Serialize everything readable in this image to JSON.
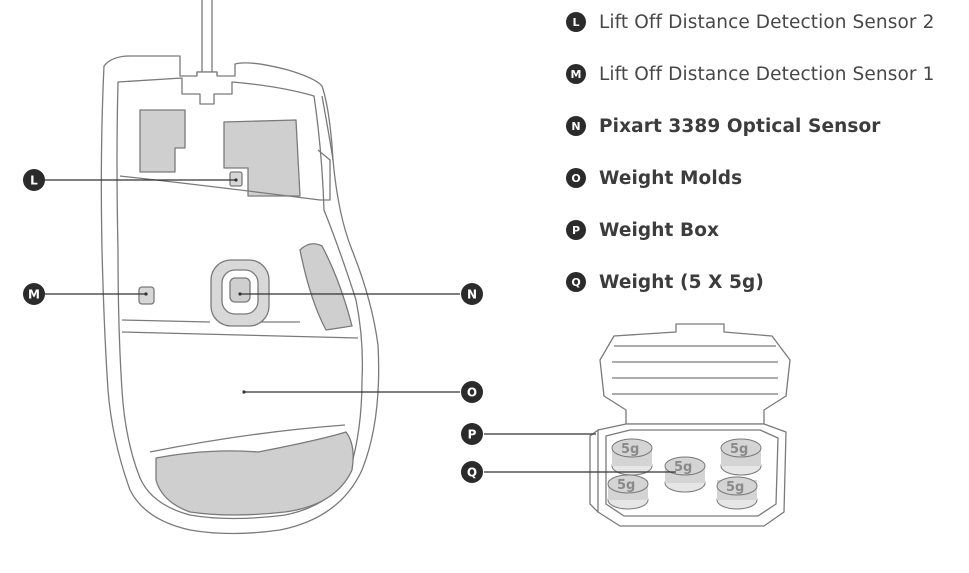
{
  "colors": {
    "outline": "#7a7a7a",
    "pad": "#cfcfcf",
    "badge": "#2b2b2b",
    "text": "#474747",
    "weight": "#d4d4d4"
  },
  "legend": [
    {
      "letter": "L",
      "label": "Lift Off Distance Detection Sensor",
      "suffix": "2"
    },
    {
      "letter": "M",
      "label": "Lift Off Distance Detection Sensor",
      "suffix": "1"
    },
    {
      "letter": "N",
      "label": "Pixart 3389 Optical Sensor",
      "suffix": ""
    },
    {
      "letter": "O",
      "label": "Weight Molds",
      "suffix": ""
    },
    {
      "letter": "P",
      "label": "Weight Box",
      "suffix": ""
    },
    {
      "letter": "Q",
      "label": "Weight (5 X 5g)",
      "suffix": ""
    }
  ],
  "callouts": {
    "L": "L",
    "M": "M",
    "N": "N",
    "O": "O",
    "P": "P",
    "Q": "Q"
  },
  "weight_label": "5g",
  "weights": [
    "5g",
    "5g",
    "5g",
    "5g",
    "5g"
  ]
}
